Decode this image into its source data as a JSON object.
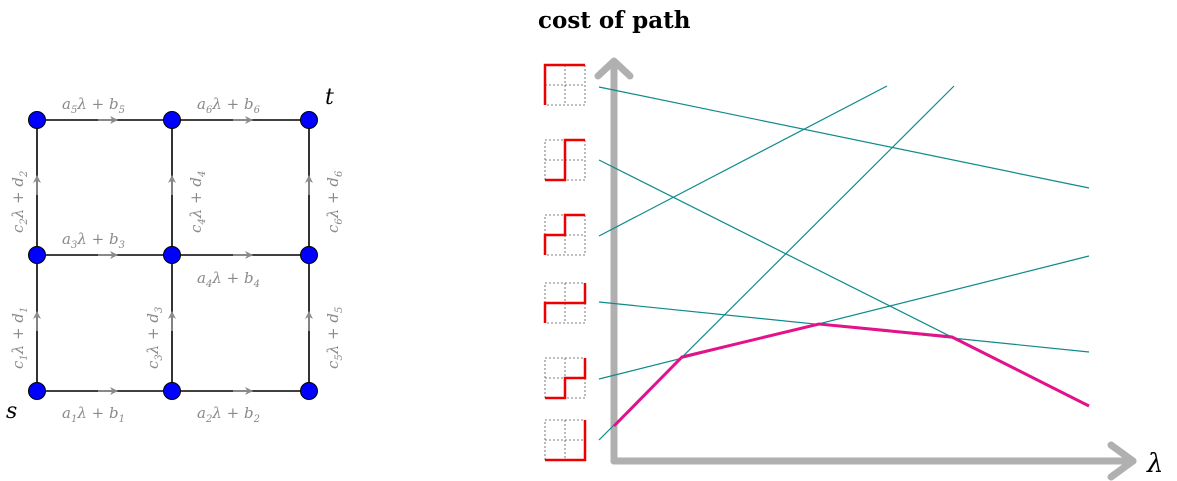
{
  "graph": {
    "source_label": "s",
    "target_label": "t",
    "edges": [
      {
        "id": "a1",
        "coef": "a",
        "sub1": "1",
        "sym": "λ + ",
        "coef2": "b",
        "sub2": "1"
      },
      {
        "id": "a2",
        "coef": "a",
        "sub1": "2",
        "sym": "λ + ",
        "coef2": "b",
        "sub2": "2"
      },
      {
        "id": "a3",
        "coef": "a",
        "sub1": "3",
        "sym": "λ + ",
        "coef2": "b",
        "sub2": "3"
      },
      {
        "id": "a4",
        "coef": "a",
        "sub1": "4",
        "sym": "λ + ",
        "coef2": "b",
        "sub2": "4"
      },
      {
        "id": "a5",
        "coef": "a",
        "sub1": "5",
        "sym": "λ + ",
        "coef2": "b",
        "sub2": "5"
      },
      {
        "id": "a6",
        "coef": "a",
        "sub1": "6",
        "sym": "λ + ",
        "coef2": "b",
        "sub2": "6"
      },
      {
        "id": "c1",
        "coef": "c",
        "sub1": "1",
        "sym": "λ + ",
        "coef2": "d",
        "sub2": "1"
      },
      {
        "id": "c2",
        "coef": "c",
        "sub1": "2",
        "sym": "λ + ",
        "coef2": "d",
        "sub2": "2"
      },
      {
        "id": "c3",
        "coef": "c",
        "sub1": "3",
        "sym": "λ + ",
        "coef2": "d",
        "sub2": "3"
      },
      {
        "id": "c4",
        "coef": "c",
        "sub1": "4",
        "sym": "λ + ",
        "coef2": "d",
        "sub2": "4"
      },
      {
        "id": "c5",
        "coef": "c",
        "sub1": "5",
        "sym": "λ + ",
        "coef2": "d",
        "sub2": "5"
      },
      {
        "id": "c6",
        "coef": "c",
        "sub1": "6",
        "sym": "λ + ",
        "coef2": "d",
        "sub2": "6"
      }
    ]
  },
  "plot": {
    "title": "cost of path",
    "x_label": "λ"
  },
  "colors": {
    "node": "#0000ff",
    "edge": "#000000",
    "arrow": "#8a8a8a",
    "line": "#0e8a8a",
    "envelope": "#e3128a",
    "path_icon": "#ee0000",
    "axis": "#b0b0b0"
  }
}
